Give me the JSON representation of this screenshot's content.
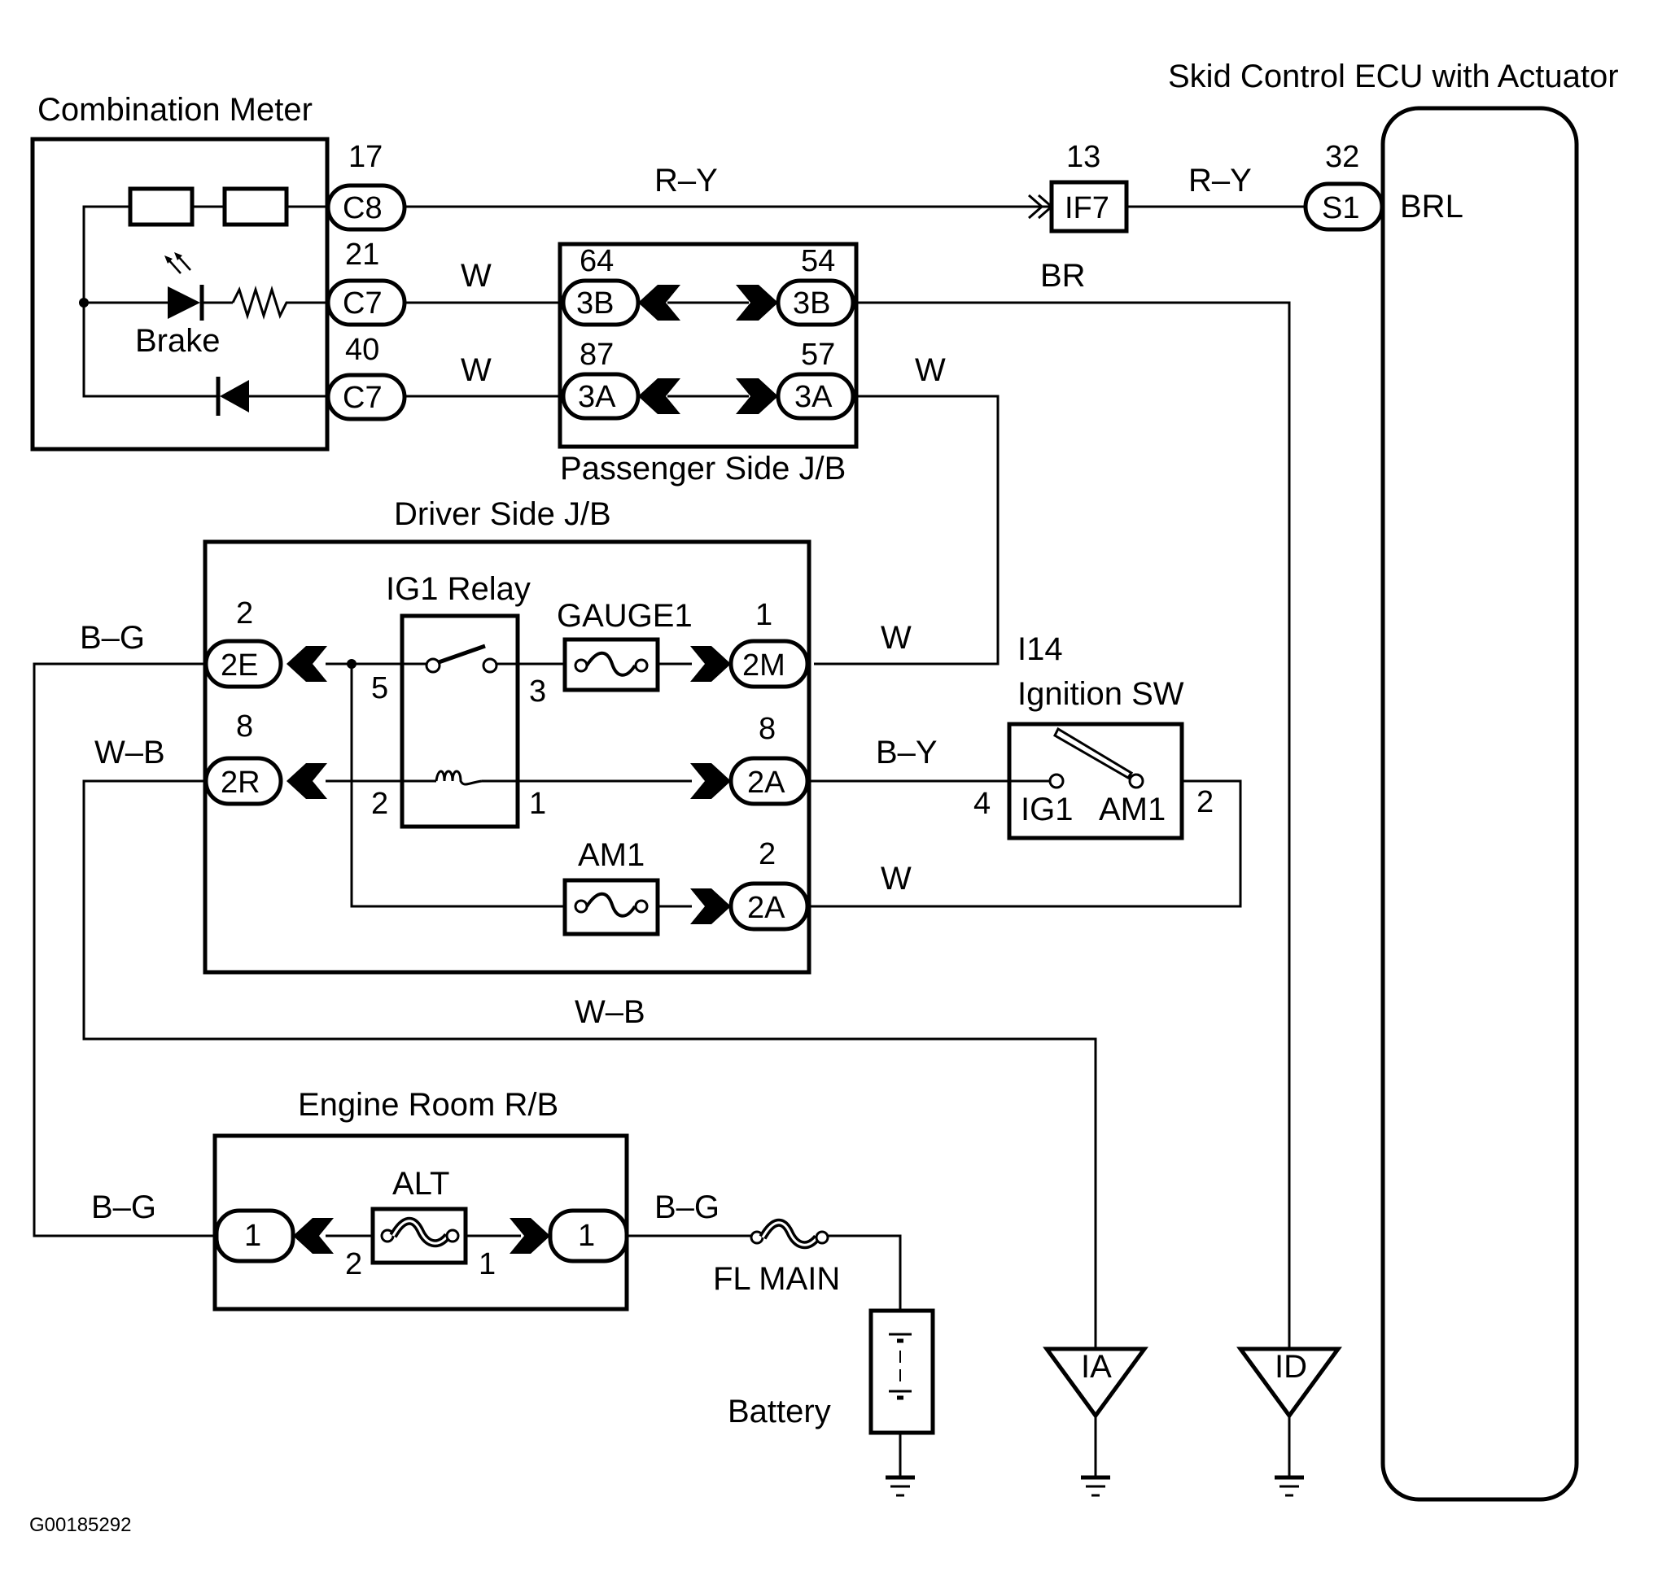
{
  "diagram_id": "G00185292",
  "components": {
    "combination_meter": {
      "title": "Combination Meter",
      "lamp_label": "Brake",
      "connectors": [
        {
          "pin": "17",
          "connector": "C8"
        },
        {
          "pin": "21",
          "connector": "C7"
        },
        {
          "pin": "40",
          "connector": "C7"
        }
      ]
    },
    "skid_control_ecu": {
      "title": "Skid Control ECU with Actuator",
      "terminal": "BRL",
      "connector": {
        "pin": "32",
        "connector": "S1"
      }
    },
    "junction_if7": {
      "pin": "13",
      "connector": "IF7"
    },
    "passenger_jb": {
      "title": "Passenger Side J/B",
      "connectors": [
        {
          "pin": "64",
          "connector": "3B"
        },
        {
          "pin": "54",
          "connector": "3B"
        },
        {
          "pin": "87",
          "connector": "3A"
        },
        {
          "pin": "57",
          "connector": "3A"
        }
      ]
    },
    "driver_jb": {
      "title": "Driver Side J/B",
      "relay_title": "IG1 Relay",
      "relay_pins": [
        "5",
        "3",
        "2",
        "1"
      ],
      "fuse_gauge": "GAUGE1",
      "fuse_am1": "AM1",
      "connectors": [
        {
          "pin": "2",
          "connector": "2E"
        },
        {
          "pin": "8",
          "connector": "2R"
        },
        {
          "pin": "1",
          "connector": "2M"
        },
        {
          "pin": "8",
          "connector": "2A"
        },
        {
          "pin": "2",
          "connector": "2A"
        }
      ]
    },
    "ignition_sw": {
      "code": "I14",
      "title": "Ignition SW",
      "terminals": [
        "IG1",
        "AM1"
      ],
      "pins": [
        "4",
        "2"
      ]
    },
    "engine_room_rb": {
      "title": "Engine Room R/B",
      "fuse": "ALT",
      "fuse_pins": [
        "2",
        "1"
      ],
      "connectors": [
        {
          "connector": "1"
        },
        {
          "connector": "1"
        }
      ]
    },
    "fl_main": "FL MAIN",
    "battery": "Battery",
    "grounds": [
      "IA",
      "ID"
    ]
  },
  "wires": {
    "top_left": "R–Y",
    "top_right": "R–Y",
    "c7_21": "W",
    "c7_40": "W",
    "br": "BR",
    "w_3a": "W",
    "w_2m": "W",
    "b_g_2e": "B–G",
    "w_b_2r": "W–B",
    "b_y": "B–Y",
    "w_am1": "W",
    "w_b_bottom": "W–B",
    "b_g_left": "B–G",
    "b_g_right": "B–G"
  }
}
